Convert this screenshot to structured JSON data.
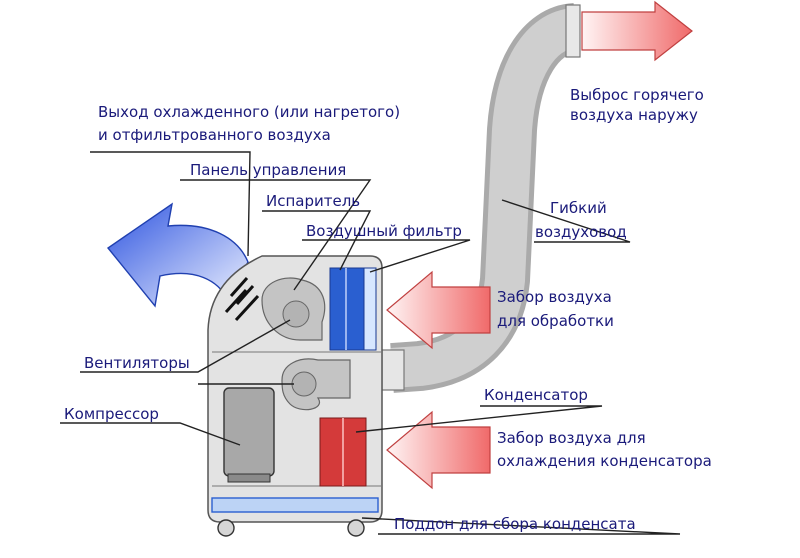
{
  "labels": {
    "hot_air_out": [
      "Выброс горячего",
      "воздуха наружу"
    ],
    "cooled_air_out": [
      "Выход охлажденного (или нагретого)",
      "и отфильтрованного воздуха"
    ],
    "control_panel": "Панель управления",
    "evaporator": "Испаритель",
    "air_filter": "Воздушный фильтр",
    "flexible_duct": [
      "Гибкий",
      "воздуховод"
    ],
    "intake_treat": [
      "Забор воздуха",
      "для обработки"
    ],
    "fans": "Вентиляторы",
    "condenser": "Конденсатор",
    "compressor": "Компрессор",
    "intake_condenser": [
      "Забор воздуха  для",
      "охлаждения конденсатора"
    ],
    "tray": "Поддон для сбора конденсата"
  },
  "colors": {
    "label_text": "#1a1a7a",
    "hot_arrow": "#f07070",
    "cold_arrow": "#3a5fe0",
    "evaporator": "#2a5fd0",
    "condenser": "#d43a3a",
    "duct": "#c8c8c8",
    "body": "#e2e2e2"
  }
}
